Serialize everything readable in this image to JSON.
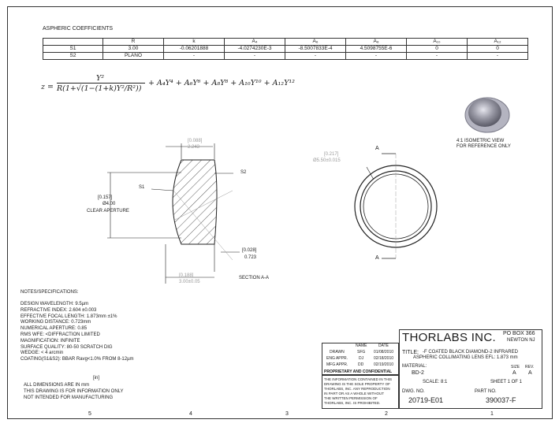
{
  "coefficients": {
    "title": "ASPHERIC COEFFICIENTS",
    "headers": [
      "",
      "R",
      "k",
      "A₄",
      "A₆",
      "A₈",
      "A₁₀",
      "A₁₂"
    ],
    "rows": [
      [
        "S1",
        "3.00",
        "-0.06201888",
        "-4.0274230E-3",
        "-8.5007833E-4",
        "4.5098755E-6",
        "0",
        "0"
      ],
      [
        "S2",
        "PLANO",
        "-",
        "-",
        "-",
        "-",
        "-",
        "-"
      ]
    ]
  },
  "formula": {
    "lhs": "z =",
    "numerator": "Y²",
    "denominator": "R(1+√(1−(1+k)Y²/R²))",
    "tail": "+ A₄Y⁴ + A₆Y⁶ + A₈Y⁸ + A₁₀Y¹⁰ + A₁₂Y¹²"
  },
  "isometric": {
    "line1": "4:1 ISOMETRIC VIEW",
    "line2": "FOR REFERENCE ONLY"
  },
  "section_view": {
    "top_dim_in": "[0.088]",
    "top_dim_mm": "2.243",
    "s1": "S1",
    "s2": "S2",
    "aperture_in": "[0.157]",
    "aperture_mm": "Ø4.00",
    "aperture_label": "CLEAR APERTURE",
    "edge_in": "[0.028]",
    "edge_mm": "0.723",
    "bottom_in": "[0.188]",
    "bottom_mm": "3.00±0.05",
    "label": "SECTION A-A"
  },
  "front_view": {
    "dia_in": "[0.217]",
    "dia_mm": "Ø5.50±0.015",
    "cut_a_top": "A",
    "cut_a_bottom": "A"
  },
  "notes": {
    "heading": "NOTES/SPECIFICATIONS:",
    "lines": [
      "DESIGN WAVELENGTH: 9.5µm",
      "REFRACTIVE INDEX: 2.604 ±0.003",
      "EFFECTIVE FOCAL LENGTH: 1.873mm ±1%",
      "WORKING DISTANCE: 0.723mm",
      "NUMERICAL APERTURE: 0.85",
      "RMS WFE: <DIFFRACTION LIMITED",
      "MAGNIFICATION: INFINITE",
      "SURFACE QUALITY: 80-50 SCRATCH DIG",
      "WEDGE: < 4 arcmin",
      "COATING(S1&S2): BBAR Ravg<1.0% FROM 8-12µm"
    ],
    "units_in": "[in]",
    "footer": [
      "ALL DIMENSIONS ARE IN mm",
      "THIS DRAWING IS FOR INFORMATION ONLY",
      "NOT INTENDED FOR MANUFACTURING"
    ]
  },
  "approvals": {
    "header_name": "NAME",
    "header_date": "DATE",
    "rows": [
      {
        "role": "DRAWN",
        "name": "SFG",
        "date": "01/08/2010"
      },
      {
        "role": "ENG APPR.",
        "name": "DJ",
        "date": "02/18/2010"
      },
      {
        "role": "MFG APPR.",
        "name": "DD",
        "date": "02/19/2010"
      }
    ],
    "prop_title": "PROPRIETARY AND CONFIDENTIAL",
    "prop_text": [
      "THE INFORMATION CONTAINED IN THIS",
      "DRAWING IS THE SOLE PROPERTY OF",
      "THORLABS, INC.  ANY REPRODUCTION",
      "IN PART OR AS A WHOLE WITHOUT",
      "THE WRITTEN PERMISSION OF",
      "THORLABS, INC. IS PROHIBITED."
    ]
  },
  "title_block": {
    "company": "THORLABS INC.",
    "address1": "PO BOX 366",
    "address2": "NEWTON NJ",
    "title_label": "TITLE:",
    "title_line1": "-F COATED BLACK DIAMOND-2 INFRARED",
    "title_line2": "ASPHERIC COLLIMATING LENS  EFL: 1.873 mm",
    "material_label": "MATERIAL:",
    "material": "BD-2",
    "size_label": "SIZE",
    "size": "A",
    "rev_label": "REV.",
    "rev": "A",
    "scale": "SCALE: 8:1",
    "sheet": "SHEET 1 OF 1",
    "dwg_label": "DWG. NO.",
    "dwg_no": "20719-E01",
    "part_label": "PART NO.",
    "part_no": "390037-F"
  },
  "zones": [
    "5",
    "4",
    "3",
    "2",
    "1"
  ]
}
